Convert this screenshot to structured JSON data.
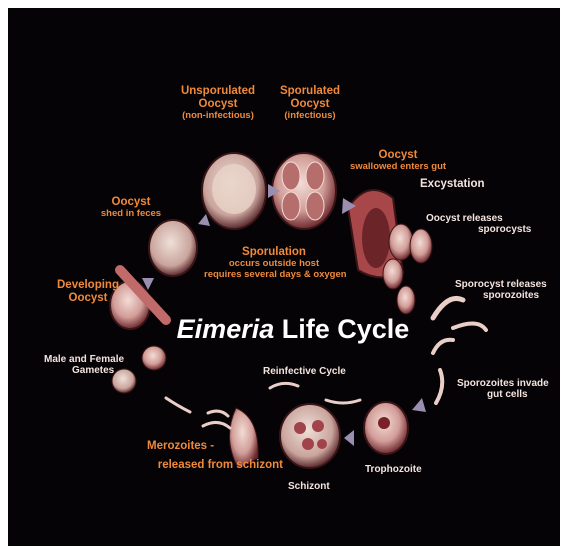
{
  "title": {
    "genus": "Eimeria",
    "rest": "Life Cycle"
  },
  "colors": {
    "background": "#050305",
    "label": "#f4e4e0",
    "accent": "#f08a3a",
    "cell": "#d9a9a3",
    "cell_dark": "#8a3a3e"
  },
  "stages": {
    "unsporulated": {
      "name_line1": "Unsporulated",
      "name_line2": "Oocyst",
      "note": "(non-infectious)"
    },
    "sporulated": {
      "name_line1": "Sporulated",
      "name_line2": "Oocyst",
      "note": "(infectious)"
    },
    "oocyst_swallowed": {
      "name": "Oocyst",
      "note": "swallowed enters gut"
    },
    "excystation": {
      "name": "Excystation"
    },
    "oocyst_releases": {
      "line1": "Oocyst releases",
      "line2": "sporocysts"
    },
    "sporocyst_releases": {
      "line1": "Sporocyst releases",
      "line2": "sporozoites"
    },
    "sporozoites_invade": {
      "line1": "Sporozoites invade",
      "line2": "gut cells"
    },
    "trophozoite": {
      "name": "Trophozoite"
    },
    "schizont": {
      "name": "Schizont"
    },
    "reinfective": {
      "name": "Reinfective Cycle"
    },
    "merozoites": {
      "line1": "Merozoites -",
      "line2": "released from schizont"
    },
    "gametes": {
      "line1": "Male and Female",
      "line2": "Gametes"
    },
    "developing": {
      "line1": "Developing",
      "line2": "Oocyst"
    },
    "shed": {
      "name": "Oocyst",
      "note": "shed in feces"
    },
    "sporulation": {
      "name": "Sporulation",
      "note1": "occurs outside host",
      "note2": "requires several days & oxygen"
    }
  }
}
